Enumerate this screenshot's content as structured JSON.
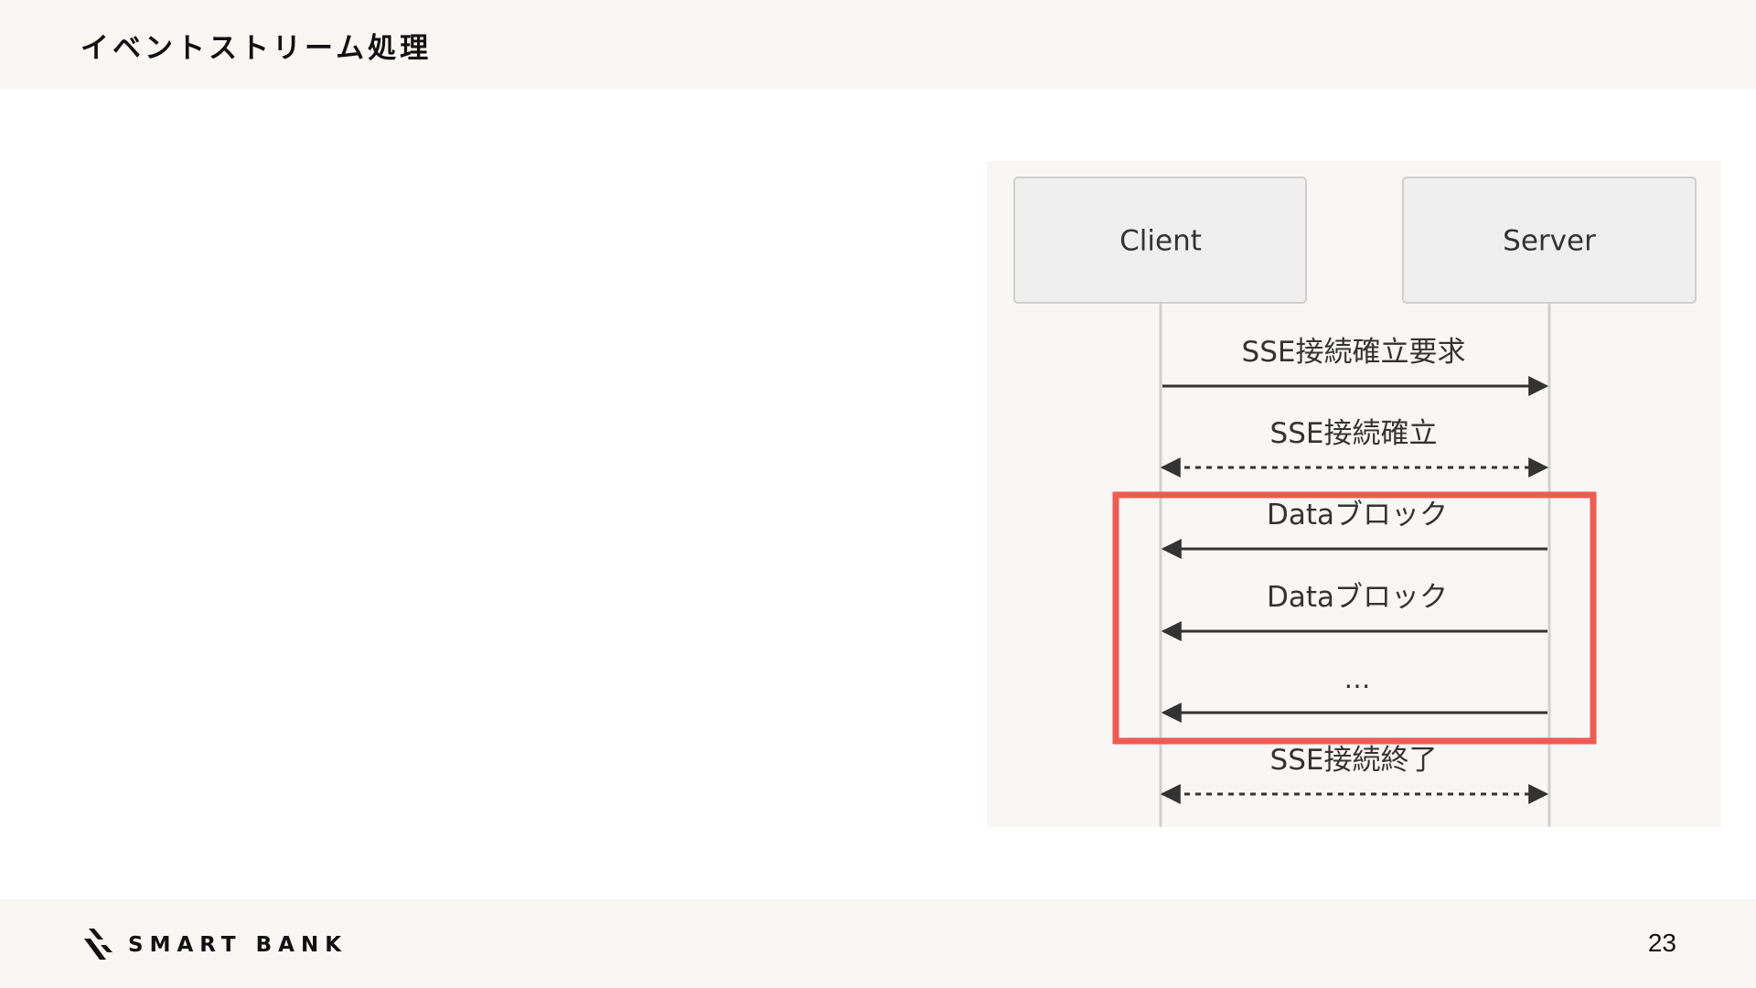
{
  "header": {
    "title": "イベントストリーム処理"
  },
  "diagram": {
    "participants": [
      {
        "name": "Client"
      },
      {
        "name": "Server"
      }
    ],
    "messages": [
      {
        "label": "SSE接続確立要求",
        "from": "Client",
        "to": "Server",
        "style": "solid"
      },
      {
        "label": "SSE接続確立",
        "from": "Client",
        "to": "Server",
        "style": "dashed-bidirectional"
      },
      {
        "label": "Dataブロック",
        "from": "Server",
        "to": "Client",
        "style": "solid"
      },
      {
        "label": "Dataブロック",
        "from": "Server",
        "to": "Client",
        "style": "solid"
      },
      {
        "label": "…",
        "from": "Server",
        "to": "Client",
        "style": "solid"
      },
      {
        "label": "SSE接続終了",
        "from": "Client",
        "to": "Server",
        "style": "dashed-bidirectional"
      }
    ],
    "highlight": {
      "color": "#f05a50",
      "covers_messages": [
        3,
        4,
        5
      ]
    }
  },
  "footer": {
    "logo_text": "SMART BANK",
    "page_number": "23"
  }
}
